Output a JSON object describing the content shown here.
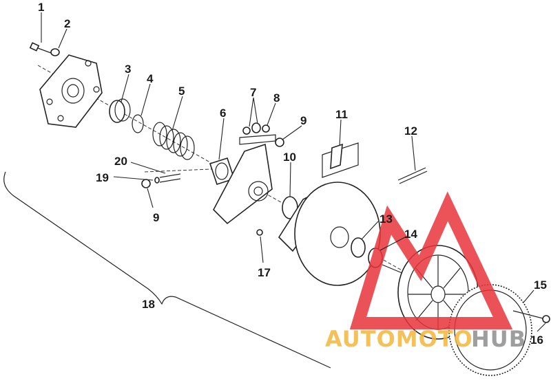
{
  "callouts": {
    "c1": "1",
    "c2": "2",
    "c3": "3",
    "c4": "4",
    "c5": "5",
    "c6": "6",
    "c7": "7",
    "c8": "8",
    "c9a": "9",
    "c9b": "9",
    "c10": "10",
    "c11": "11",
    "c12": "12",
    "c13": "13",
    "c14": "14",
    "c15": "15",
    "c16": "16",
    "c17": "17",
    "c18": "18",
    "c19": "19",
    "c20": "20"
  },
  "watermark": {
    "word_left": "AUTOMOTO",
    "word_right": "HUB",
    "colors": {
      "triangle": "#e8353c",
      "left": "#f3b63c",
      "right": "#8e8e8e"
    }
  }
}
